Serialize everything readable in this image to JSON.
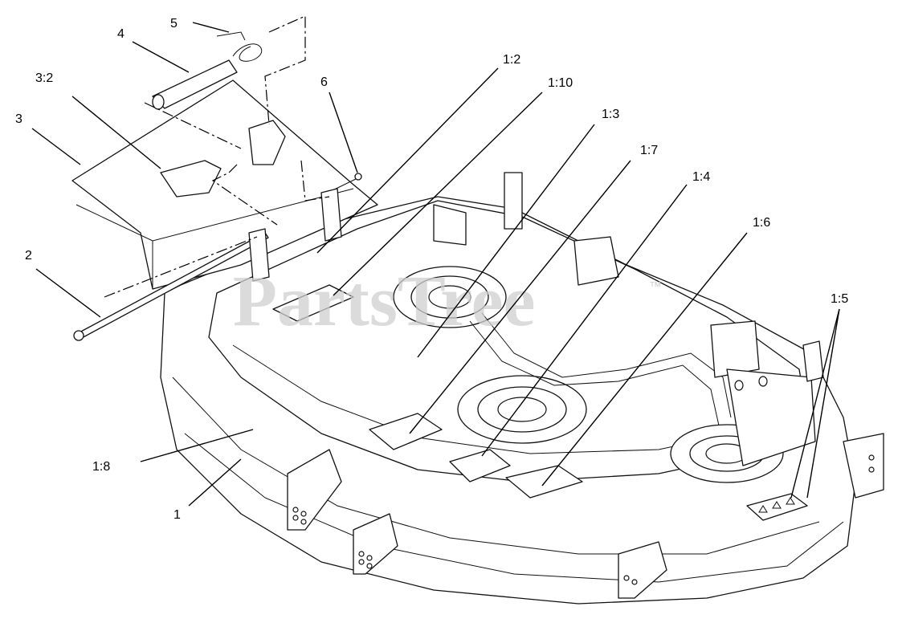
{
  "watermark": {
    "text": "PartsTree",
    "mark": "™"
  },
  "callouts": {
    "c1": "1",
    "c1_2": "1:2",
    "c1_3": "1:3",
    "c1_4": "1:4",
    "c1_5": "1:5",
    "c1_6": "1:6",
    "c1_7": "1:7",
    "c1_8": "1:8",
    "c1_10": "1:10",
    "c2": "2",
    "c3": "3",
    "c3_2": "3:2",
    "c4": "4",
    "c5": "5",
    "c6": "6"
  }
}
